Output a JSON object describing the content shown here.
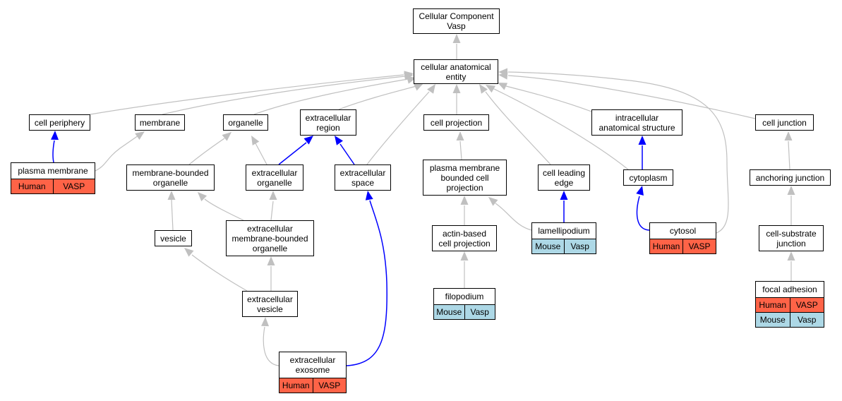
{
  "nodes": {
    "root": "Cellular Component\nVasp",
    "anatomical": "cellular anatomical\nentity",
    "periphery": "cell periphery",
    "membrane": "membrane",
    "organelle": "organelle",
    "ecregion": "extracellular\nregion",
    "cellproj": "cell projection",
    "intracellular": "intracellular\nanatomical structure",
    "celljunction": "cell junction",
    "plasmamem": "plasma membrane",
    "membound": "membrane-bounded\norganelle",
    "ecorganelle": "extracellular\norganelle",
    "ecspace": "extracellular\nspace",
    "pmbcp": "plasma membrane\nbounded cell\nprojection",
    "leadingedge": "cell leading\nedge",
    "cytoplasm": "cytoplasm",
    "anchoring": "anchoring junction",
    "vesicle": "vesicle",
    "ecmbo": "extracellular\nmembrane-bounded\norganelle",
    "actin": "actin-based\ncell projection",
    "lamellipodium": "lamellipodium",
    "cytosol": "cytosol",
    "substrate": "cell-substrate\njunction",
    "ecvesicle": "extracellular\nvesicle",
    "filopodium": "filopodium",
    "focaladhesion": "focal adhesion",
    "exosome": "extracellular\nexosome"
  },
  "annotations": {
    "plasmamem": [
      [
        "Human",
        "VASP"
      ]
    ],
    "lamellipodium": [
      [
        "Mouse",
        "Vasp"
      ]
    ],
    "cytosol": [
      [
        "Human",
        "VASP"
      ]
    ],
    "filopodium": [
      [
        "Mouse",
        "Vasp"
      ]
    ],
    "focaladhesion": [
      [
        "Human",
        "VASP"
      ],
      [
        "Mouse",
        "Vasp"
      ]
    ],
    "exosome": [
      [
        "Human",
        "VASP"
      ]
    ]
  },
  "colors": {
    "human": "#ff6347",
    "mouse": "#add8e6",
    "is_a_edge": "#c0c0c0",
    "annotated_edge": "#0000ff"
  }
}
